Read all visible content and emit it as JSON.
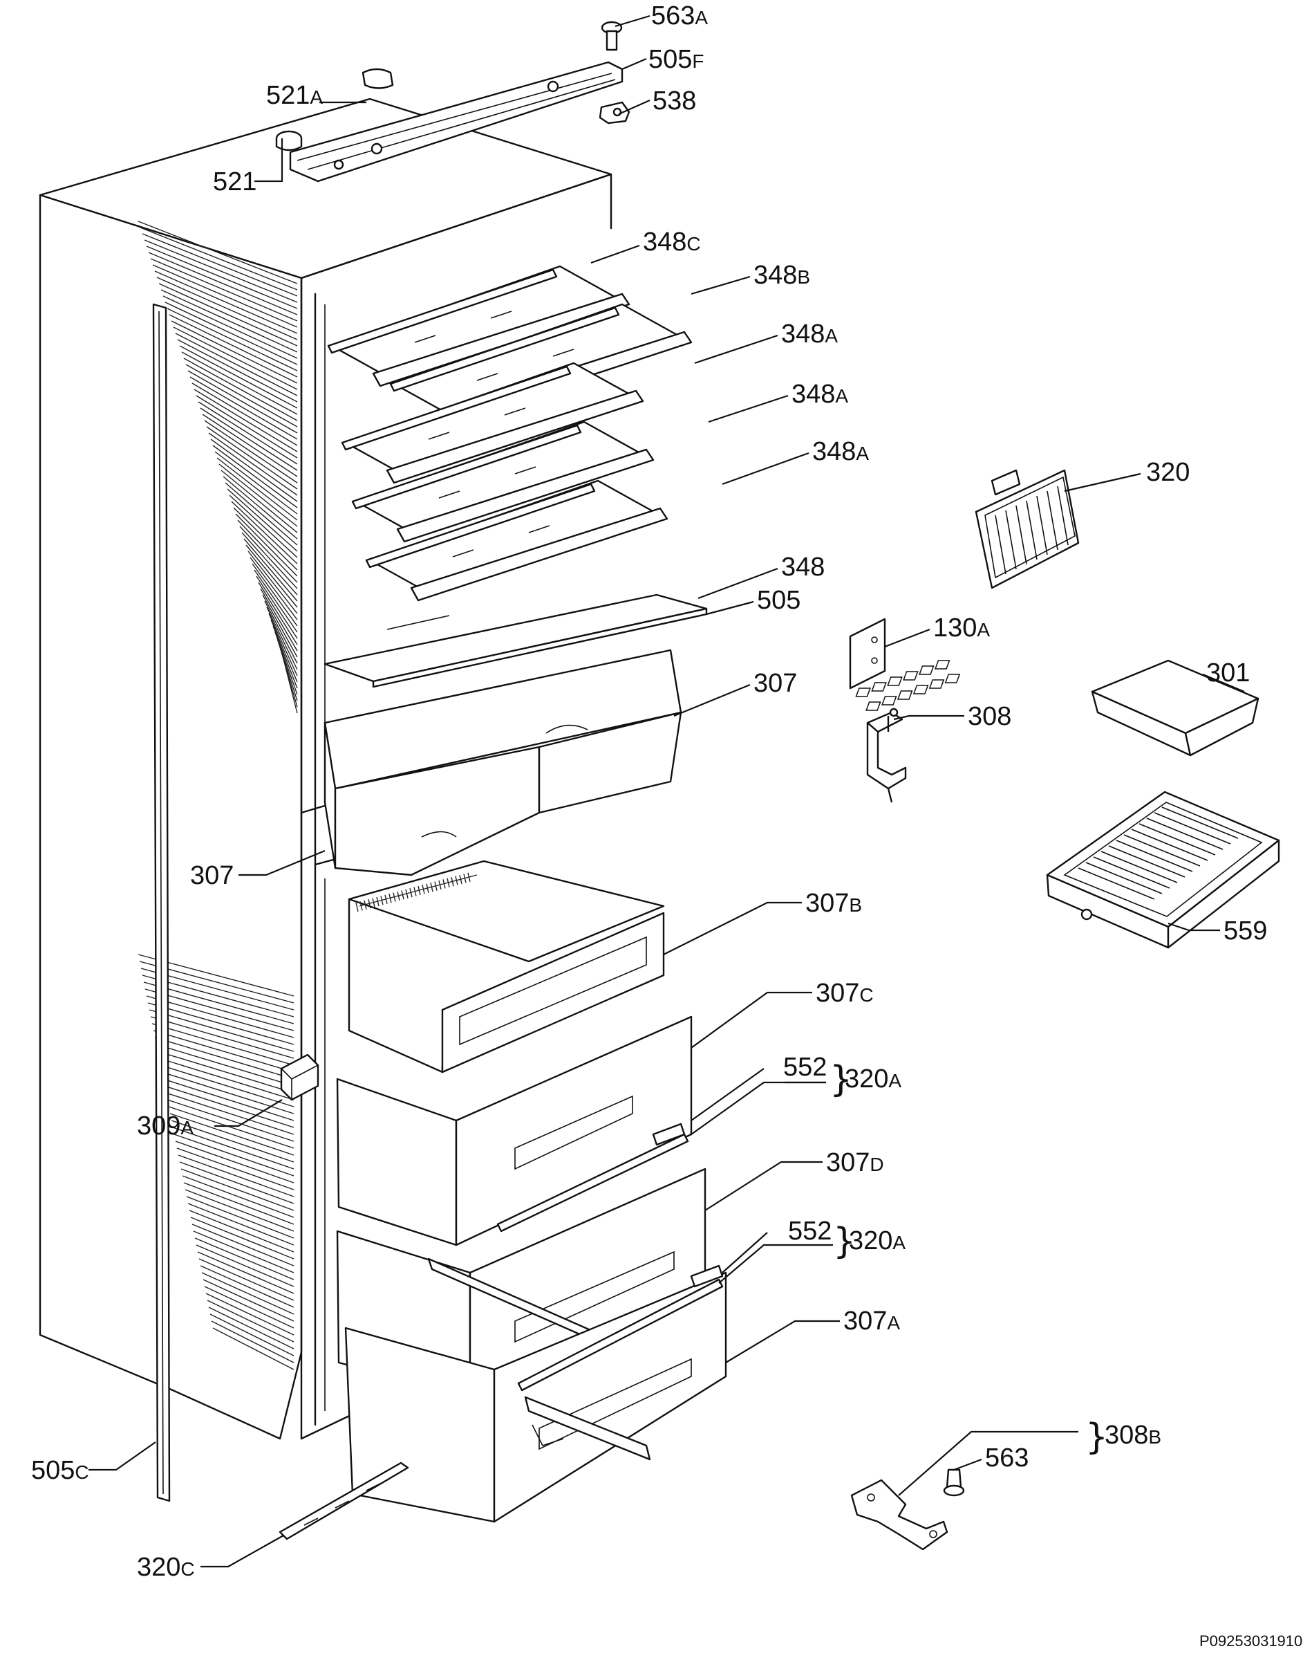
{
  "labels": [
    {
      "id": "563A-top",
      "num": "563",
      "suffix": "A"
    },
    {
      "id": "505F",
      "num": "505",
      "suffix": "F"
    },
    {
      "id": "521A",
      "num": "521",
      "suffix": "A"
    },
    {
      "id": "538",
      "num": "538",
      "suffix": ""
    },
    {
      "id": "521",
      "num": "521",
      "suffix": ""
    },
    {
      "id": "348C",
      "num": "348",
      "suffix": "C"
    },
    {
      "id": "348B",
      "num": "348",
      "suffix": "B"
    },
    {
      "id": "348A-1",
      "num": "348",
      "suffix": "A"
    },
    {
      "id": "348A-2",
      "num": "348",
      "suffix": "A"
    },
    {
      "id": "348A-3",
      "num": "348",
      "suffix": "A"
    },
    {
      "id": "320",
      "num": "320",
      "suffix": ""
    },
    {
      "id": "348",
      "num": "348",
      "suffix": ""
    },
    {
      "id": "505",
      "num": "505",
      "suffix": ""
    },
    {
      "id": "130A",
      "num": "130",
      "suffix": "A"
    },
    {
      "id": "301",
      "num": "301",
      "suffix": ""
    },
    {
      "id": "307-upper",
      "num": "307",
      "suffix": ""
    },
    {
      "id": "308",
      "num": "308",
      "suffix": ""
    },
    {
      "id": "307-left",
      "num": "307",
      "suffix": ""
    },
    {
      "id": "307B",
      "num": "307",
      "suffix": "B"
    },
    {
      "id": "559",
      "num": "559",
      "suffix": ""
    },
    {
      "id": "307C",
      "num": "307",
      "suffix": "C"
    },
    {
      "id": "552-1",
      "num": "552",
      "suffix": ""
    },
    {
      "id": "320A-1",
      "num": "320",
      "suffix": "A"
    },
    {
      "id": "309A",
      "num": "309",
      "suffix": "A"
    },
    {
      "id": "307D",
      "num": "307",
      "suffix": "D"
    },
    {
      "id": "552-2",
      "num": "552",
      "suffix": ""
    },
    {
      "id": "320A-2",
      "num": "320",
      "suffix": "A"
    },
    {
      "id": "307A",
      "num": "307",
      "suffix": "A"
    },
    {
      "id": "505C",
      "num": "505",
      "suffix": "C"
    },
    {
      "id": "563",
      "num": "563",
      "suffix": ""
    },
    {
      "id": "308B",
      "num": "308",
      "suffix": "B"
    },
    {
      "id": "320C",
      "num": "320",
      "suffix": "C"
    }
  ],
  "reference_code": "P09253031910"
}
